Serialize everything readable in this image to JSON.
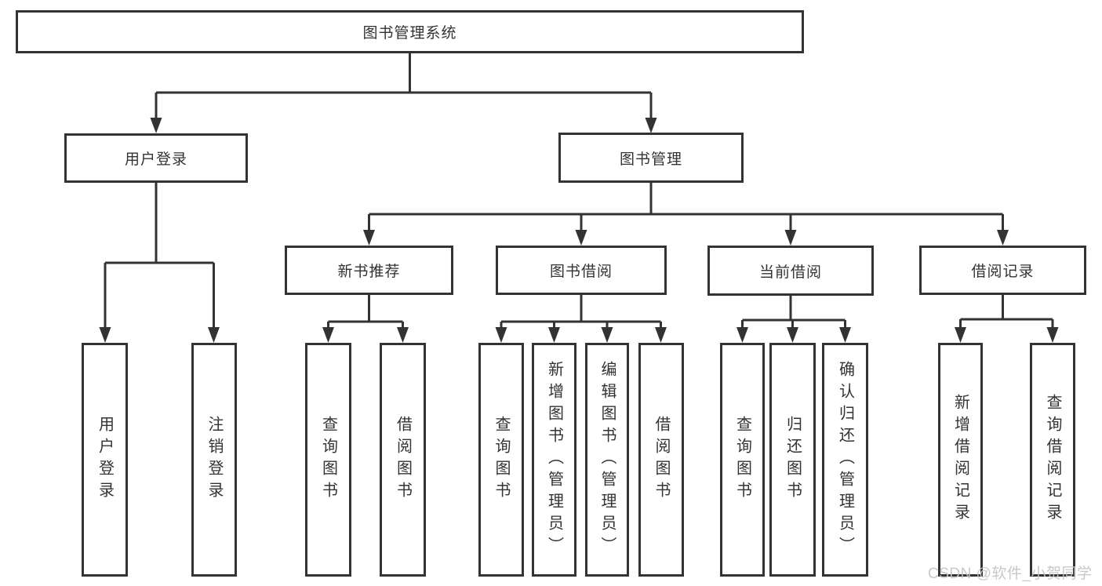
{
  "colors": {
    "line": "#333333",
    "border": "#333333",
    "text": "#333333",
    "background": "#ffffff",
    "watermark": "#c4c4c4"
  },
  "watermark": {
    "text": "CSDN @软件_小贺同学"
  },
  "tree": {
    "root": {
      "label": "图书管理系统"
    },
    "user_login": {
      "label": "用户登录",
      "children": {
        "login": {
          "label": "用户登录"
        },
        "logout": {
          "label": "注销登录"
        }
      }
    },
    "book_mgmt": {
      "label": "图书管理",
      "children": {
        "new_book_rec": {
          "label": "新书推荐",
          "children": {
            "query": {
              "label": "查询图书"
            },
            "borrow": {
              "label": "借阅图书"
            }
          }
        },
        "book_borrow": {
          "label": "图书借阅",
          "children": {
            "query": {
              "label": "查询图书"
            },
            "add": {
              "label": "新增图书（管理员）"
            },
            "edit": {
              "label": "编辑图书（管理员）"
            },
            "borrow": {
              "label": "借阅图书"
            }
          }
        },
        "current_borrow": {
          "label": "当前借阅",
          "children": {
            "query": {
              "label": "查询图书"
            },
            "return": {
              "label": "归还图书"
            },
            "confirm": {
              "label": "确认归还（管理员）"
            }
          }
        },
        "borrow_records": {
          "label": "借阅记录",
          "children": {
            "add": {
              "label": "新增借阅记录"
            },
            "query": {
              "label": "查询借阅记录"
            }
          }
        }
      }
    }
  }
}
